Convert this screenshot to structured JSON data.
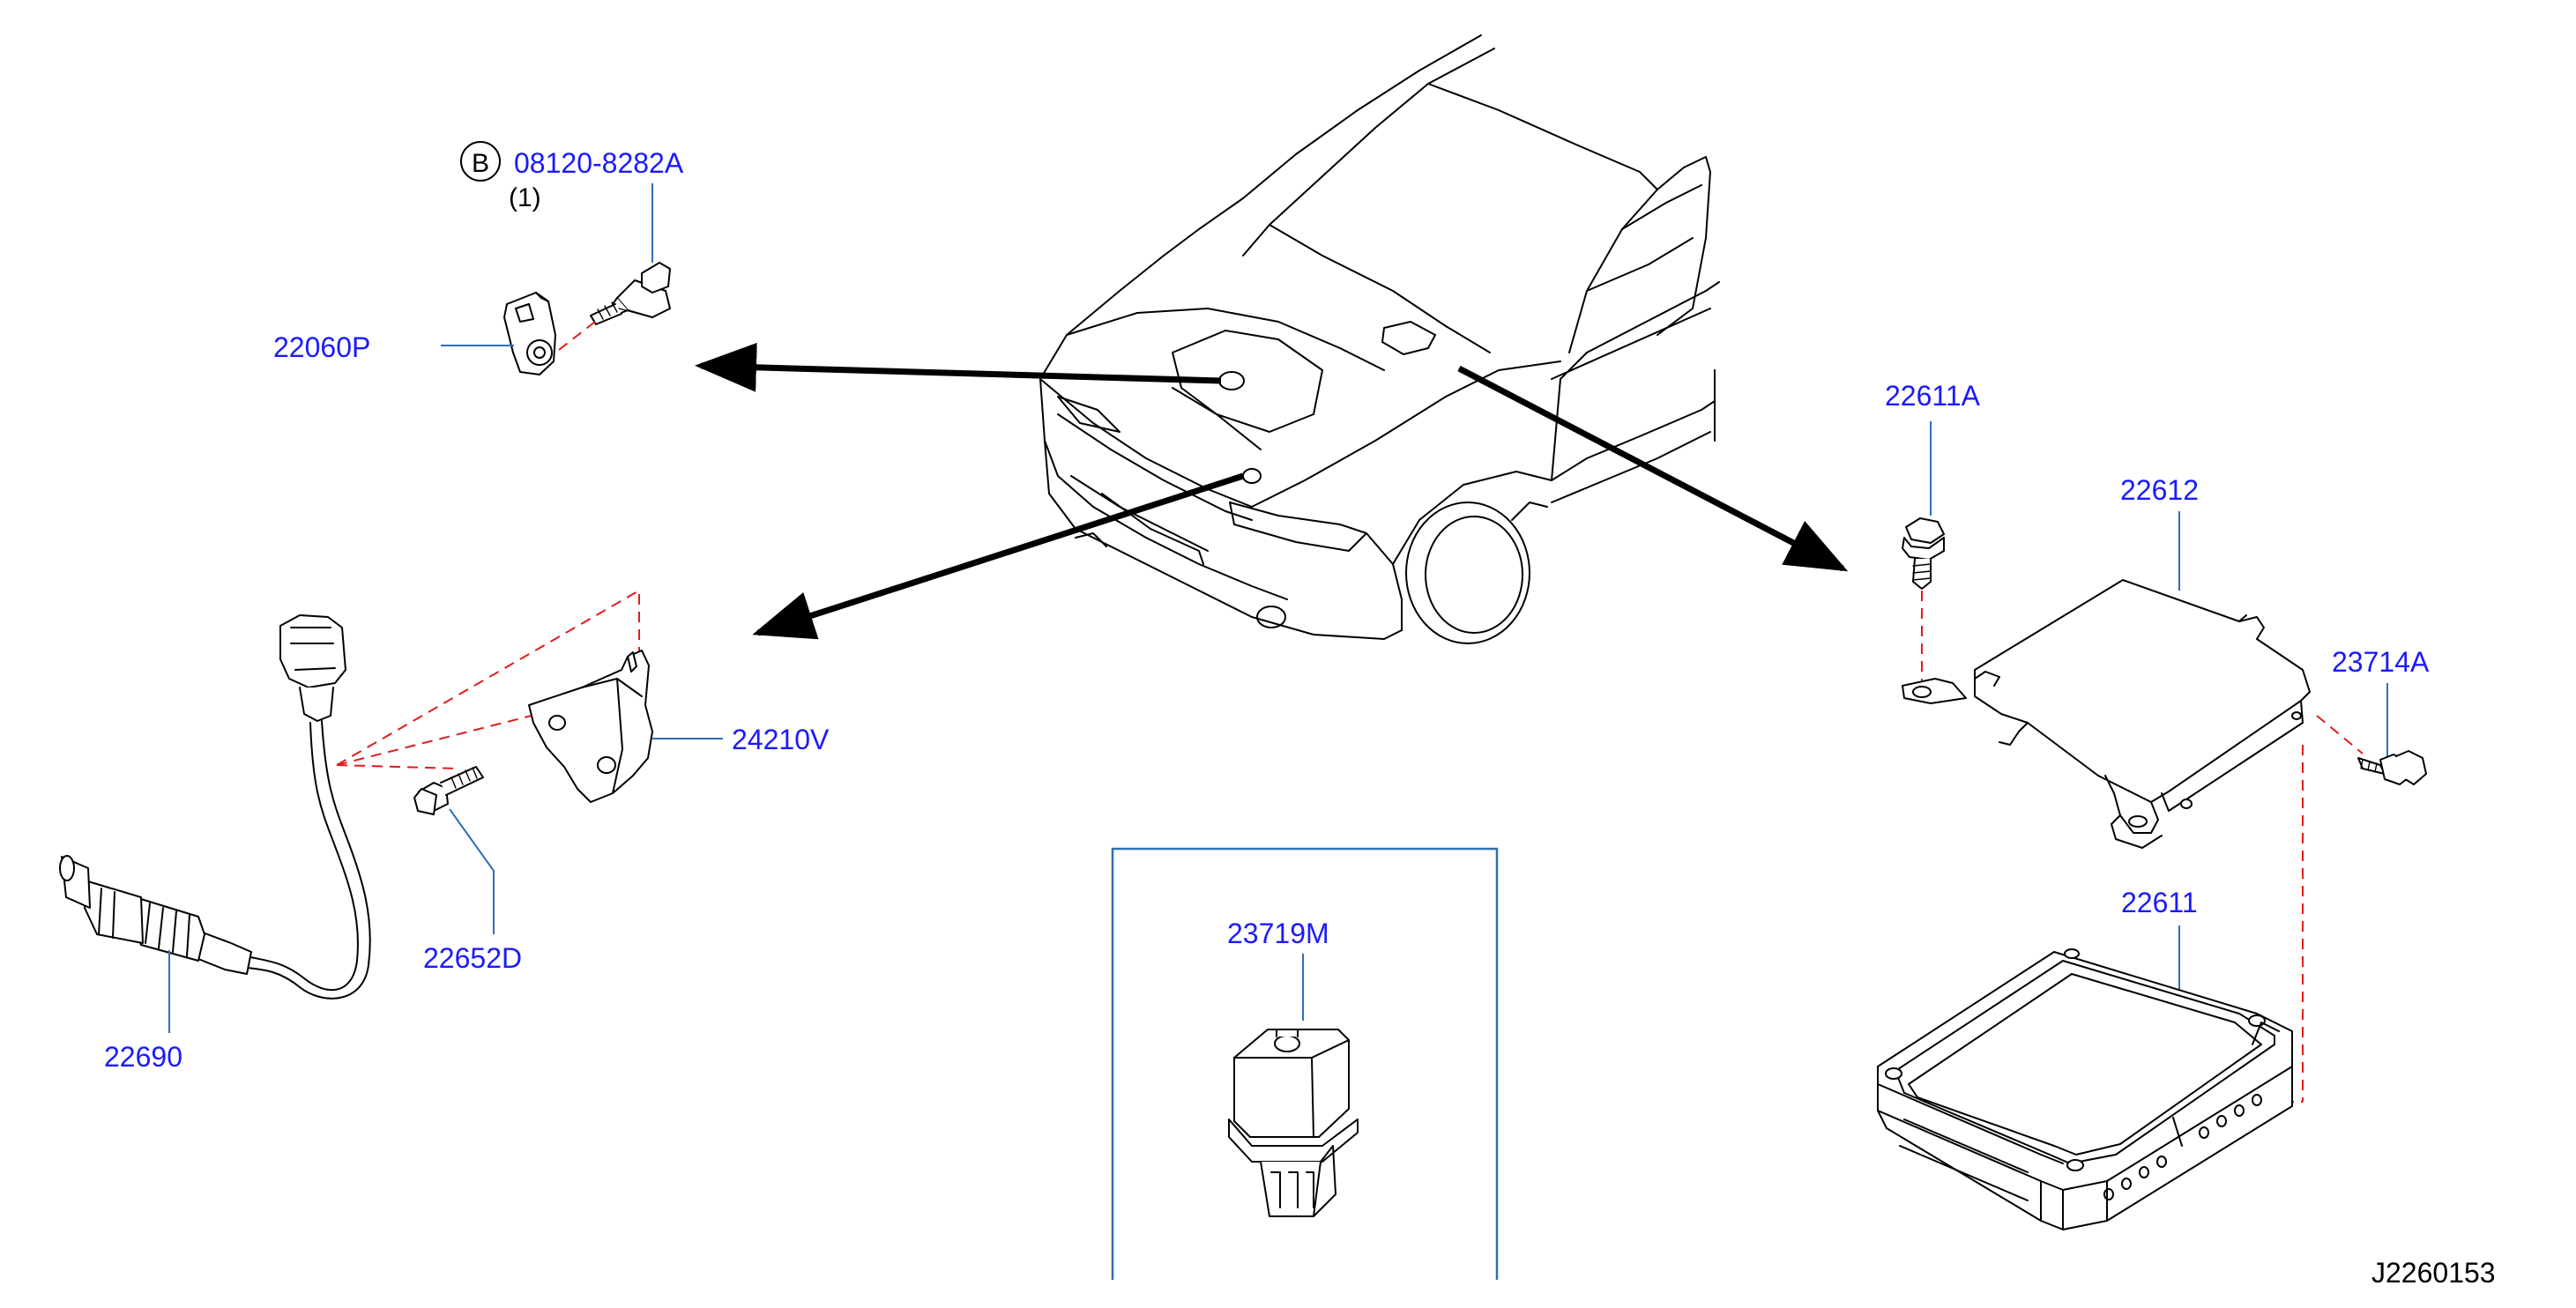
{
  "parts": {
    "bolt_circle_letter": "B",
    "bolt_number": "08120-8282A",
    "bolt_qty": "(1)",
    "knock_sensor": "22060P",
    "ecm_bracket_bolt": "22611A",
    "ecm_bracket": "22612",
    "ecm_bolt": "23714A",
    "harness_bracket": "24210V",
    "bracket_bolt": "22652D",
    "oxygen_sensor": "22690",
    "relay": "23719M",
    "ecm": "22611"
  },
  "diagram_id": "J2260153"
}
